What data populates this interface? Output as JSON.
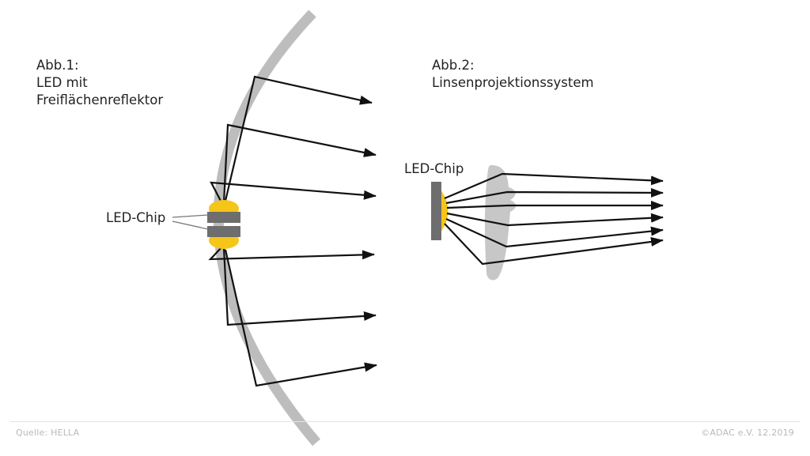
{
  "fig1": {
    "caption_lines": [
      "Abb.1:",
      "LED mit",
      "Freiflächenreflektor"
    ],
    "chip_label": "LED-Chip"
  },
  "fig2": {
    "caption_lines": [
      "Abb.2:",
      "Linsenprojektionssystem"
    ],
    "chip_label": "LED-Chip"
  },
  "footer": {
    "source": "Quelle: HELLA",
    "copyright": "©ADAC e.V. 12.2019"
  },
  "colors": {
    "reflector": "#bdbdbd",
    "chip": "#6e6e6e",
    "led": "#f5c518",
    "ray": "#111111",
    "lens": "#c7c7c7"
  }
}
